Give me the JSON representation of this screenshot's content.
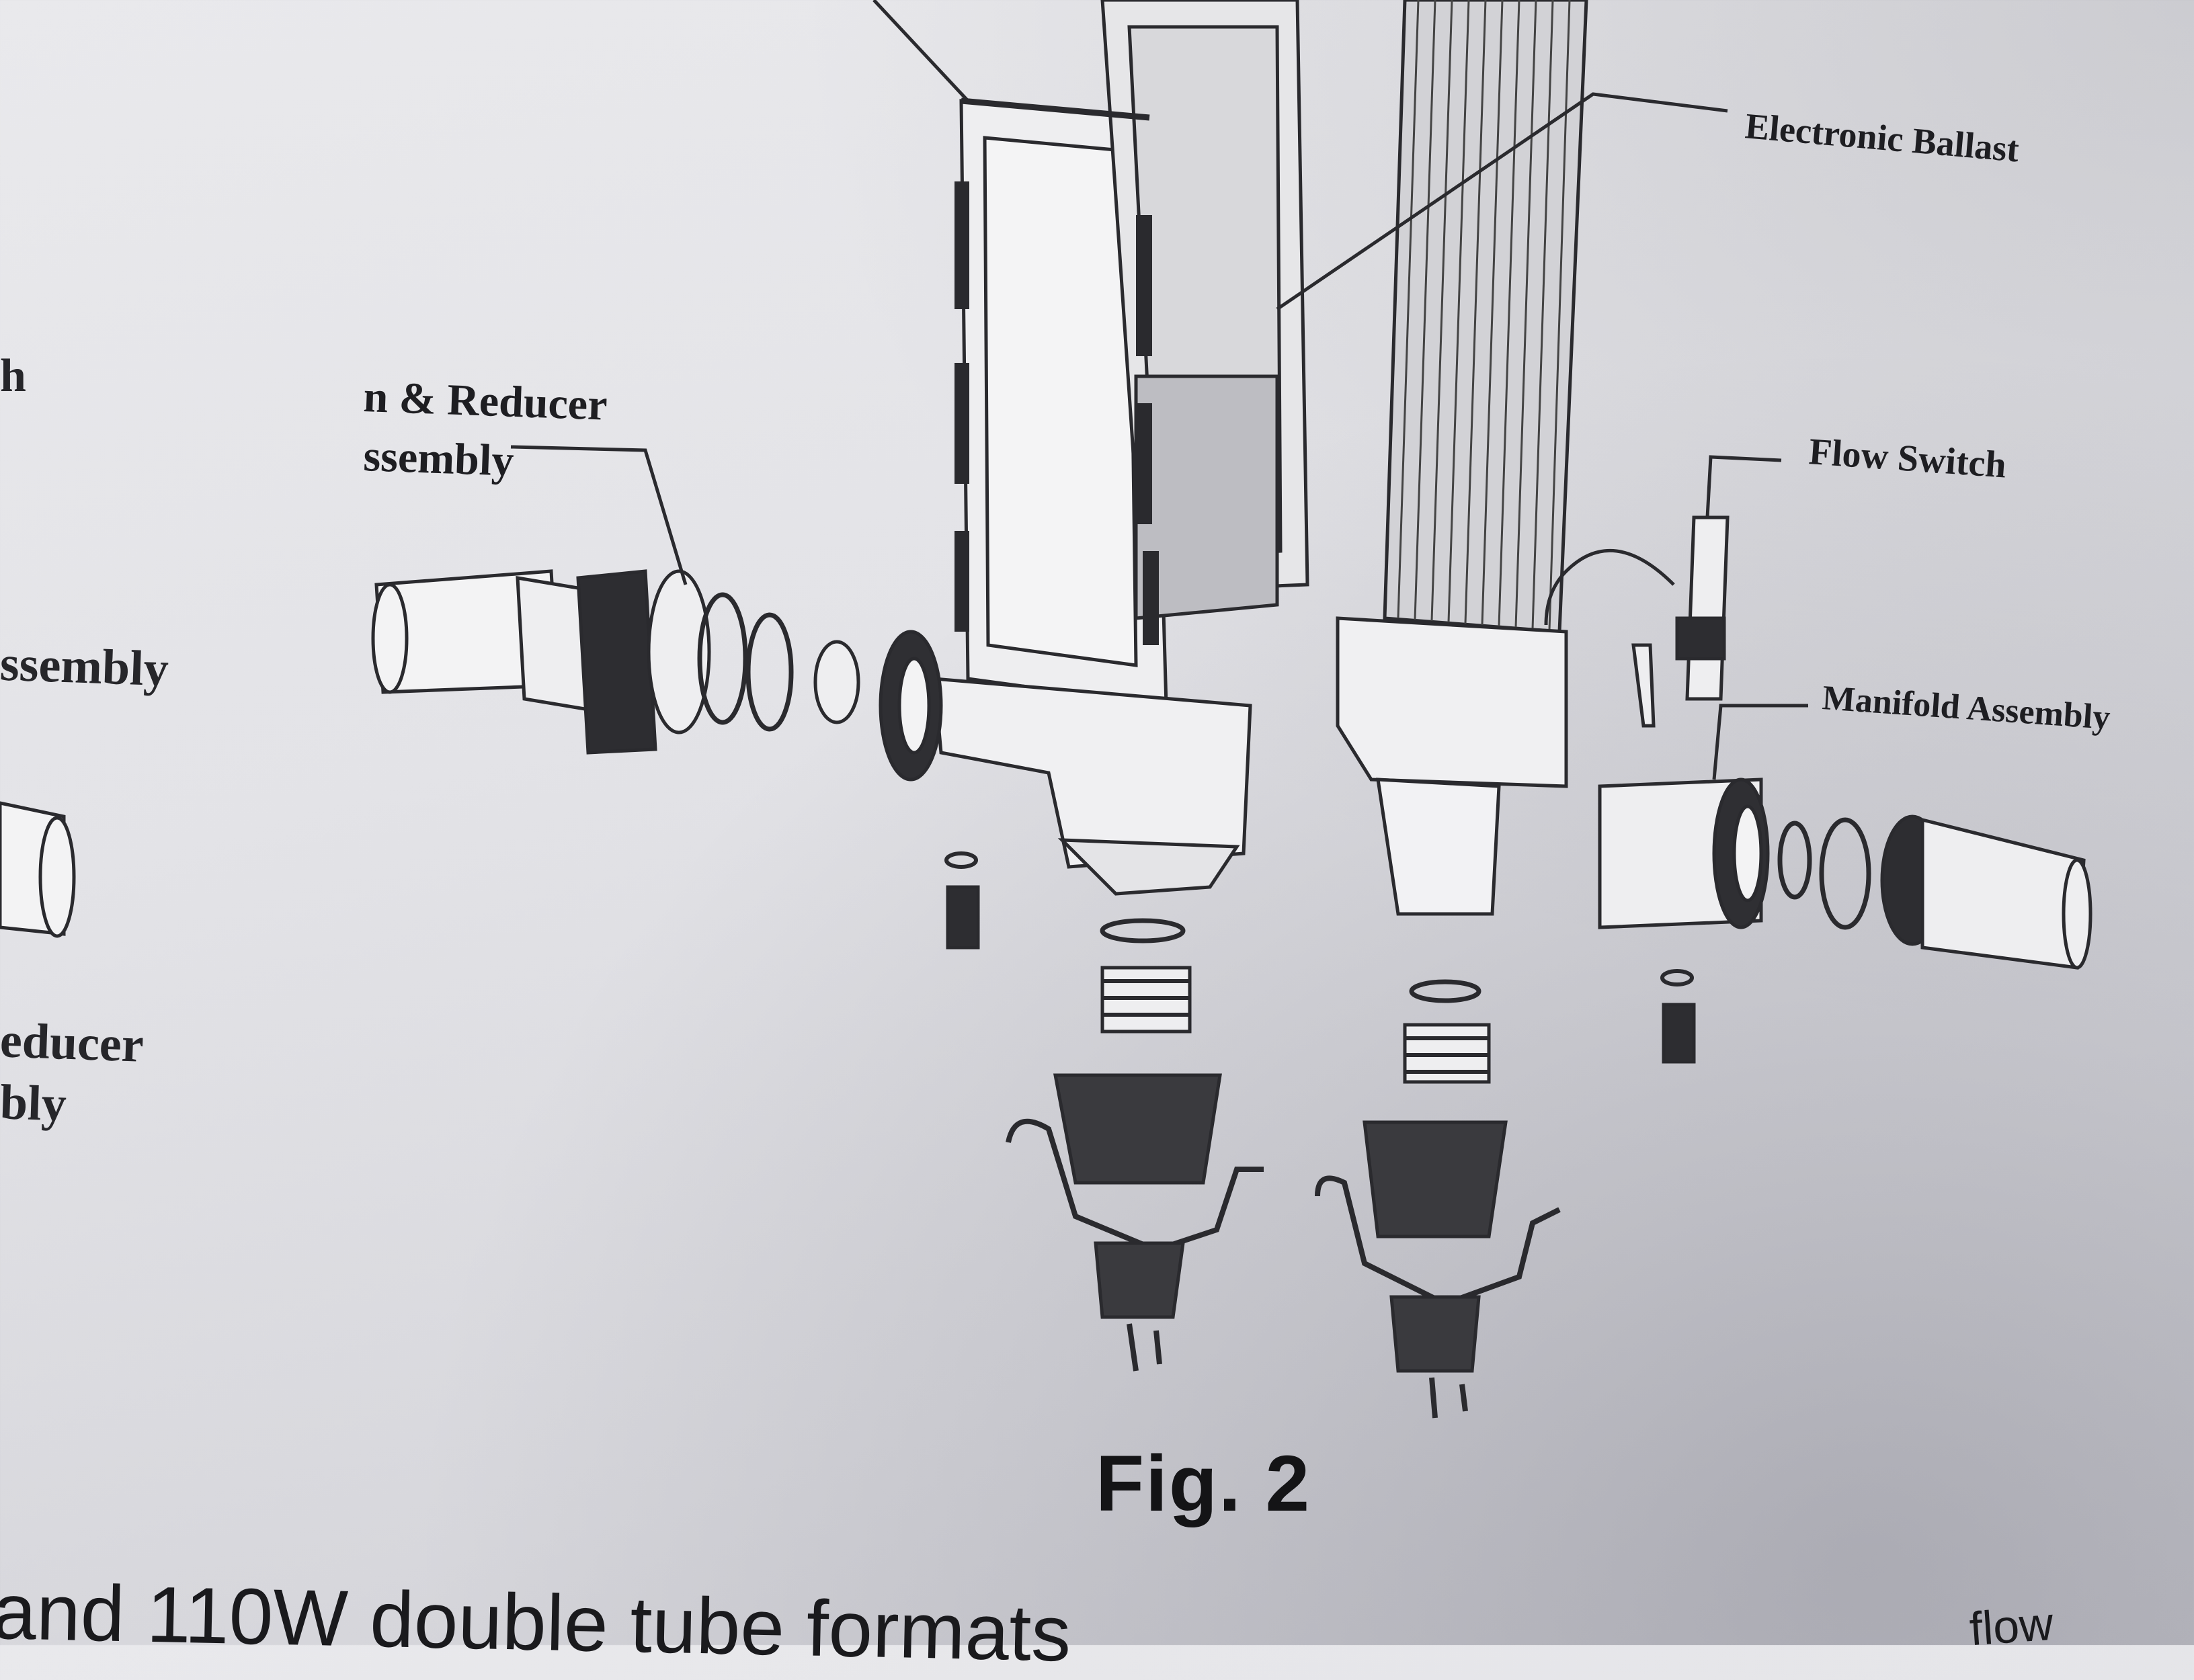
{
  "labels": {
    "electronic_ballast": "Electronic Ballast",
    "flow_switch": "Flow Switch",
    "manifold_assembly": "Manifold Assembly",
    "union_reducer_line1": "n & Reducer",
    "union_reducer_line2": "ssembly"
  },
  "left_margin": {
    "h": "h",
    "assembly": "ssembly",
    "reducer": "educer",
    "bly": "bly"
  },
  "caption": "Fig. 2",
  "body_text": "and 110W double tube formats",
  "body_text_right": "flow"
}
